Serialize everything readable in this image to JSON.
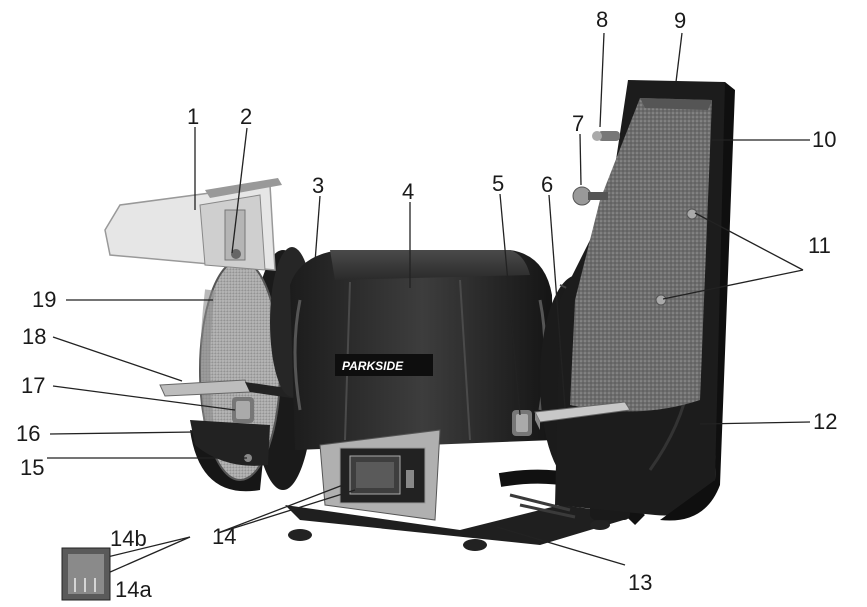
{
  "brand": "PARKSIDE",
  "callouts": [
    {
      "id": "1",
      "text": "1"
    },
    {
      "id": "2",
      "text": "2"
    },
    {
      "id": "3",
      "text": "3"
    },
    {
      "id": "4",
      "text": "4"
    },
    {
      "id": "5",
      "text": "5"
    },
    {
      "id": "6",
      "text": "6"
    },
    {
      "id": "7",
      "text": "7"
    },
    {
      "id": "8",
      "text": "8"
    },
    {
      "id": "9",
      "text": "9"
    },
    {
      "id": "10",
      "text": "10"
    },
    {
      "id": "11",
      "text": "11"
    },
    {
      "id": "12",
      "text": "12"
    },
    {
      "id": "13",
      "text": "13"
    },
    {
      "id": "14",
      "text": "14"
    },
    {
      "id": "14a",
      "text": "14a"
    },
    {
      "id": "14b",
      "text": "14b"
    },
    {
      "id": "15",
      "text": "15"
    },
    {
      "id": "16",
      "text": "16"
    },
    {
      "id": "17",
      "text": "17"
    },
    {
      "id": "18",
      "text": "18"
    },
    {
      "id": "19",
      "text": "19"
    }
  ]
}
